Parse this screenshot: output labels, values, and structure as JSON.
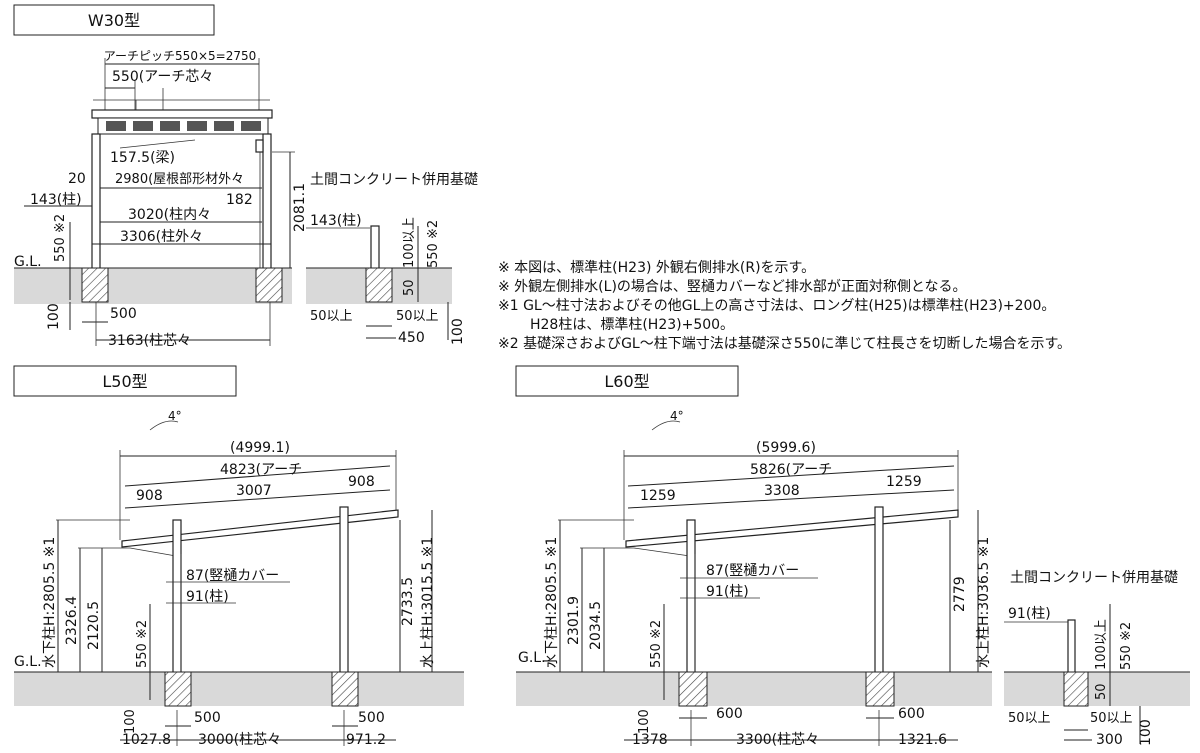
{
  "w30": {
    "title": "W30型",
    "arch_pitch": "アーチピッチ550×5=2750",
    "arch_center": "550(アーチ芯々",
    "beam": "157.5(梁)",
    "roof_width": "2980(屋根部形材外々",
    "left_20": "20",
    "left_143": "143(柱)",
    "right_182": "182",
    "inner": "3020(柱内々",
    "outer": "3306(柱外々",
    "height_2081": "2081.1",
    "gl": "G.L.",
    "depth_550": "550 ※2",
    "depth_100": "100",
    "base_500": "500",
    "center_3163": "3163(柱芯々"
  },
  "foundation1": {
    "title": "土間コンクリート併用基礎",
    "post": "143(柱)",
    "d100": "100以上",
    "d550": "550 ※2",
    "d50": "50",
    "left50": "50以上",
    "right50": "50以上",
    "w450": "450",
    "h100": "100"
  },
  "notes": [
    "※ 本図は、標準柱(H23) 外観右側排水(R)を示す。",
    "※ 外観左側排水(L)の場合は、竪樋カバーなど排水部が正面対称側となる。",
    "※1 GL～柱寸法およびその他GL上の高さ寸法は、ロング柱(H25)は標準柱(H23)+200。",
    "H28柱は、標準柱(H23)+500。",
    "※2 基礎深さおよびGL～柱下端寸法は基礎深さ550に準じて柱長さを切断した場合を示す。"
  ],
  "l50": {
    "title": "L50型",
    "slope": "4°",
    "total": "(4999.1)",
    "arch": "4823(アーチ",
    "left_over": "908",
    "span": "3007",
    "right_over": "908",
    "low_h": "水下柱H:2805.5 ※1",
    "h2326": "2326.4",
    "h2120": "2120.5",
    "gutter": "87(竪樋カバー",
    "post": "91(柱)",
    "depth": "550 ※2",
    "h2733": "2733.5",
    "high_h": "水上柱H:3015.5 ※1",
    "gl": "G.L.",
    "d100": "100",
    "base_l": "500",
    "base_r": "500",
    "left_dim": "1027.8",
    "center": "3000(柱芯々",
    "right_dim": "971.2"
  },
  "l60": {
    "title": "L60型",
    "slope": "4°",
    "total": "(5999.6)",
    "arch": "5826(アーチ",
    "left_over": "1259",
    "span": "3308",
    "right_over": "1259",
    "low_h": "水下柱H:2805.5 ※1",
    "h2301": "2301.9",
    "h2034": "2034.5",
    "gutter": "87(竪樋カバー",
    "post": "91(柱)",
    "depth": "550 ※2",
    "h2779": "2779",
    "high_h": "水上柱H:3036.5 ※1",
    "gl": "G.L.",
    "d100": "100",
    "base_l": "600",
    "base_r": "600",
    "left_dim": "1378",
    "center": "3300(柱芯々",
    "right_dim": "1321.6"
  },
  "foundation2": {
    "title": "土間コンクリート併用基礎",
    "post": "91(柱)",
    "d100": "100以上",
    "d550": "550 ※2",
    "d50": "50",
    "left50": "50以上",
    "right50": "50以上",
    "w300": "300",
    "h100": "100"
  }
}
